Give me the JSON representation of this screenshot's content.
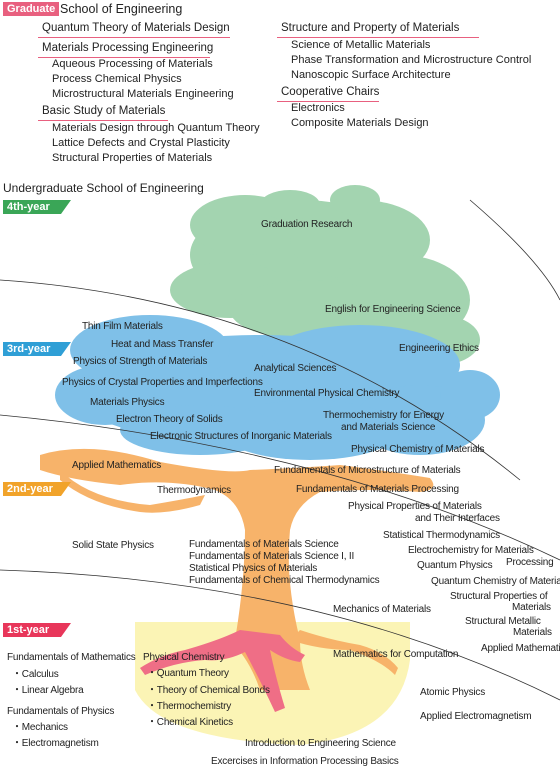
{
  "graduate": {
    "badge": "Graduate",
    "title_rest": "School of Engineering",
    "left_groups": [
      {
        "heading": "Quantum Theory of Materials Design",
        "items": []
      },
      {
        "heading": "Materials Processing Engineering",
        "items": [
          "Aqueous Processing of Materials",
          "Process Chemical Physics",
          "Microstructural Materials Engineering"
        ]
      },
      {
        "heading": "Basic Study of Materials",
        "items": [
          "Materials Design through Quantum Theory",
          "Lattice Defects and Crystal Plasticity",
          "Structural Properties of Materials"
        ]
      }
    ],
    "right_groups": [
      {
        "heading": "Structure and Property of Materials",
        "items": [
          "Science of Metallic Materials",
          "Phase Transformation and Microstructure Control",
          "Nanoscopic Surface Architecture"
        ]
      },
      {
        "heading": "Cooperative Chairs",
        "items": [
          "Electronics",
          "Composite Materials Design"
        ]
      }
    ]
  },
  "undergraduate": {
    "title": "Undergraduate School of Engineering",
    "years": {
      "y4": "4th-year",
      "y3": "3rd-year",
      "y2": "2nd-year",
      "y1": "1st-year"
    },
    "colors": {
      "y4": "#3aa657",
      "y3": "#2f9fd6",
      "y2": "#f1a32a",
      "y1": "#e8365a",
      "crown": "#a3d4b0",
      "canopy": "#7fc0e8",
      "trunk": "#f7b36a",
      "root": "#ef6e86",
      "ground": "#fbf4b5"
    }
  },
  "courses": {
    "graduation_research": "Graduation Research",
    "english": "English for Engineering Science",
    "ethics": "Engineering Ethics",
    "thin_film": "Thin Film Materials",
    "heat_mass": "Heat and Mass Transfer",
    "phys_strength": "Physics of Strength of Materials",
    "phys_crystal": "Physics of Crystal Properties and Imperfections",
    "materials_physics": "Materials Physics",
    "electron_theory": "Electron Theory of Solids",
    "electronic_structures": "Electronic Structures of Inorganic Materials",
    "analytical": "Analytical Sciences",
    "env_phys_chem": "Environmental Physical Chemistry",
    "thermo_energy_1": "Thermochemistry for Energy",
    "thermo_energy_2": "and Materials Science",
    "phys_chem_materials": "Physical Chemistry of Materials",
    "fund_micro": "Fundamentals of Microstructure of Materials",
    "applied_math_2": "Applied Mathematics",
    "thermodynamics": "Thermodynamics",
    "fund_processing": "Fundamentals of Materials Processing",
    "phys_prop_1": "Physical Properties of Materials",
    "phys_prop_2": "and Their Interfaces",
    "solid_state": "Solid State Physics",
    "fund_ms": "Fundamentals of Materials Science",
    "fund_ms_12": "Fundamentals of Materials Science I, II",
    "stat_phys": "Statistical Physics of Materials",
    "fund_chem_thermo": "Fundamentals of Chemical Thermodynamics",
    "stat_thermo": "Statistical Thermodynamics",
    "electrochem": "Electrochemistry for Materials",
    "processing": "Processing",
    "quantum_physics": "Quantum Physics",
    "quantum_chem": "Quantum Chemistry of Materials",
    "struct_prop_1": "Structural Properties of",
    "struct_prop_2": "Materials",
    "struct_metal_1": "Structural Metallic",
    "struct_metal_2": "Materials",
    "applied_math_r": "Applied Mathematics",
    "mech_materials": "Mechanics of Materials",
    "math_computation": "Mathematics for Computation",
    "fund_math": "Fundamentals of Mathematics",
    "calculus": "・Calculus",
    "linear_algebra": "・Linear Algebra",
    "fund_physics": "Fundamentals of Physics",
    "mechanics": "・Mechanics",
    "electromagnetism": "・Electromagnetism",
    "physical_chem": "Physical Chemistry",
    "quantum_theory": "・Quantum Theory",
    "chemical_bonds": "・Theory of Chemical Bonds",
    "thermochemistry": "・Thermochemistry",
    "chemical_kinetics": "・Chemical Kinetics",
    "atomic_physics": "Atomic Physics",
    "applied_em": "Applied Electromagnetism",
    "intro_eng": "Introduction to Engineering Science",
    "exercises_ip": "Excercises in Information Processing Basics"
  }
}
